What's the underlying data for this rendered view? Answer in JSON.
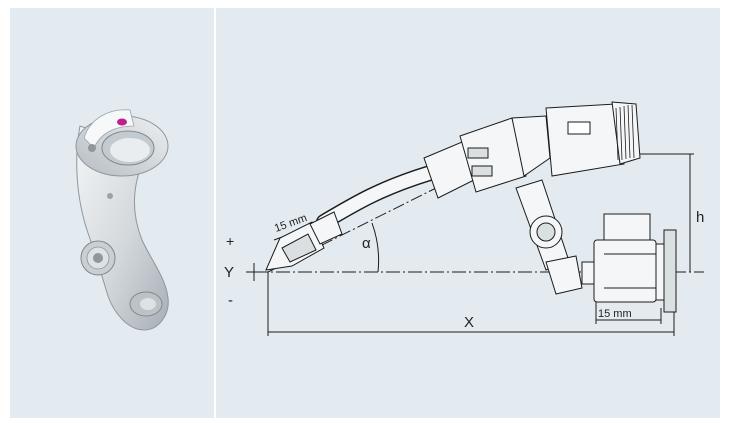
{
  "colors": {
    "background": "#e3ebf1",
    "part_fill": "#dfe3e6",
    "part_shadow": "#9aa3a9",
    "line": "#1c1c1c",
    "accent_magenta": "#c0208a"
  },
  "diagram": {
    "labels": {
      "plus": "+",
      "y": "Y",
      "minus": "-",
      "tip_offset": "15 mm",
      "angle": "α",
      "x": "X",
      "h": "h",
      "rear_offset": "15 mm"
    }
  }
}
